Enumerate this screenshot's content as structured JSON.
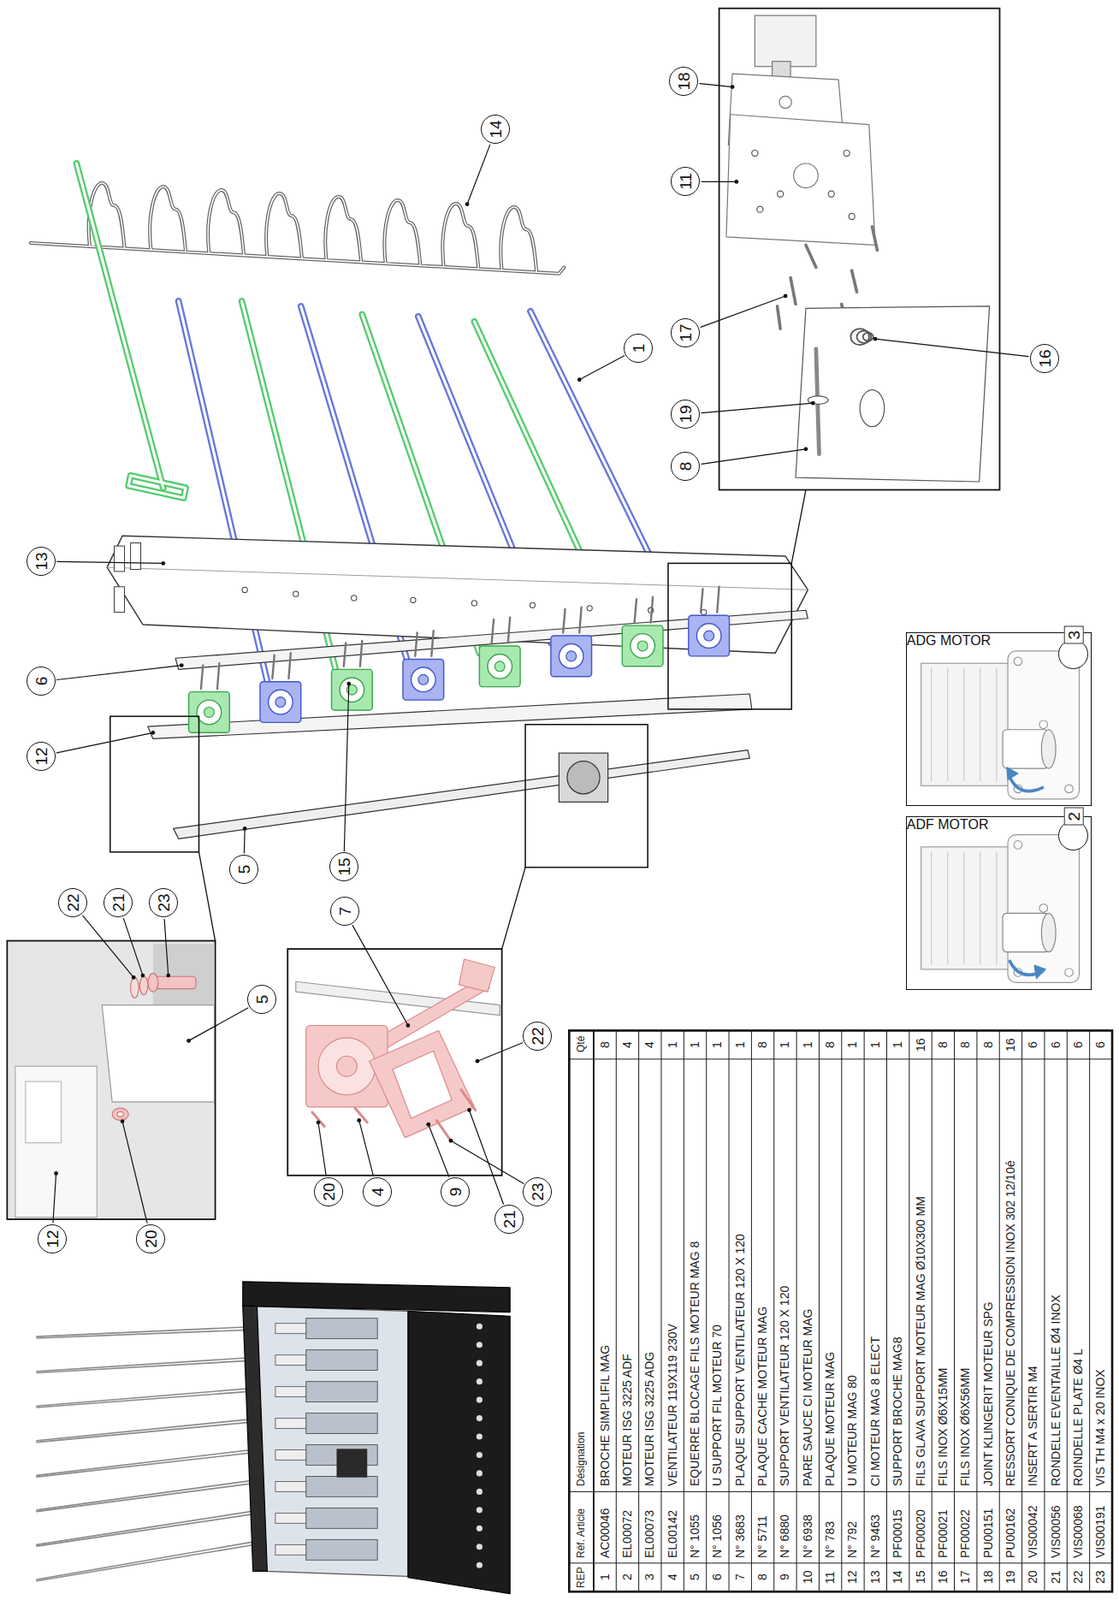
{
  "diagram": {
    "nodes": [
      {
        "text": [
          "14"
        ]
      },
      {
        "text": [
          "1"
        ]
      },
      {
        "text": [
          "13"
        ]
      },
      {
        "text": [
          "6"
        ]
      },
      {
        "text": [
          "12"
        ]
      },
      {
        "text": [
          "15"
        ]
      },
      {
        "text": [
          "5"
        ]
      },
      {
        "text": [
          "18"
        ]
      },
      {
        "text": [
          "11"
        ]
      },
      {
        "text": [
          "17"
        ]
      },
      {
        "text": [
          "19"
        ]
      },
      {
        "text": [
          "8"
        ]
      },
      {
        "text": [
          "16"
        ]
      },
      {
        "text": [
          "22"
        ]
      },
      {
        "text": [
          "21"
        ]
      },
      {
        "text": [
          "23"
        ]
      },
      {
        "text": [
          "5"
        ]
      },
      {
        "text": [
          "12"
        ]
      },
      {
        "text": [
          "20"
        ]
      },
      {
        "text": [
          "7"
        ]
      },
      {
        "text": [
          "22"
        ]
      },
      {
        "text": [
          "20"
        ]
      },
      {
        "text": [
          "4"
        ]
      },
      {
        "text": [
          "9"
        ]
      },
      {
        "text": [
          "23"
        ]
      },
      {
        "text": [
          "21"
        ]
      },
      {
        "text": [
          "ADG MOTOR"
        ]
      },
      {
        "text": [
          "3"
        ],
        "in": 26
      },
      {
        "text": [
          "ADF MOTOR"
        ]
      },
      {
        "text": [
          "2"
        ],
        "in": 28
      }
    ],
    "labels": [
      "REP",
      "Réf. Article",
      "Désignation",
      "Qté",
      "1",
      "AC00046",
      "BROCHE SIMPLIFIL MAG",
      "8",
      "2",
      "EL00072",
      "MOTEUR ISG 3225 ADF",
      "4",
      "3",
      "EL00073",
      "MOTEUR ISG 3225 ADG",
      "4",
      "4",
      "EL00142",
      "VENTILATEUR 119X119 230V",
      "1",
      "5",
      "N° 1055",
      "EQUERRE BLOCAGE FILS MOTEUR MAG 8",
      "1",
      "6",
      "N° 1056",
      "U SUPPORT FIL MOTEUR 70",
      "1",
      "7",
      "N° 3683",
      "PLAQUE SUPPORT VENTILATEUR 120 X 120",
      "1",
      "8",
      "N° 5711",
      "PLAQUE CACHE MOTEUR MAG",
      "8",
      "9",
      "N° 6880",
      "SUPPORT VENTILATEUR 120 X 120",
      "1",
      "10",
      "N° 6938",
      "PARE SAUCE CI MOTEUR MAG",
      "1",
      "11",
      "N° 783",
      "PLAQUE MOTEUR MAG",
      "8",
      "12",
      "N° 792",
      "U MOTEUR MAG 80",
      "1",
      "13",
      "N° 9463",
      "CI MOTEUR MAG 8 ELECT",
      "1",
      "14",
      "PF00015",
      "SUPPORT BROCHE MAG8",
      "1",
      "15",
      "PF00020",
      "FILS GLAVA SUPPORT MOTEUR MAG Ø10X300 MM",
      "16",
      "16",
      "PF00021",
      "FILS INOX Ø6X15MM",
      "8",
      "17",
      "PF00022",
      "FILS INOX Ø6X56MM",
      "8",
      "18",
      "PU00151",
      "JOINT KLINGERIT MOTEUR SPG",
      "8",
      "19",
      "PU00162",
      "RESSORT CONIQUE DE COMPRESSION INOX 302 12/10é",
      "16",
      "20",
      "VIS00042",
      "INSERT A SERTIR M4",
      "6",
      "21",
      "VIS00056",
      "RONDELLE EVENTAILLE Ø4 INOX",
      "6",
      "22",
      "VIS00068",
      "ROINDELLE PLATE Ø4 L",
      "6",
      "23",
      "VIS00191",
      "VIS TH M4 x 20 INOX",
      "6"
    ]
  }
}
